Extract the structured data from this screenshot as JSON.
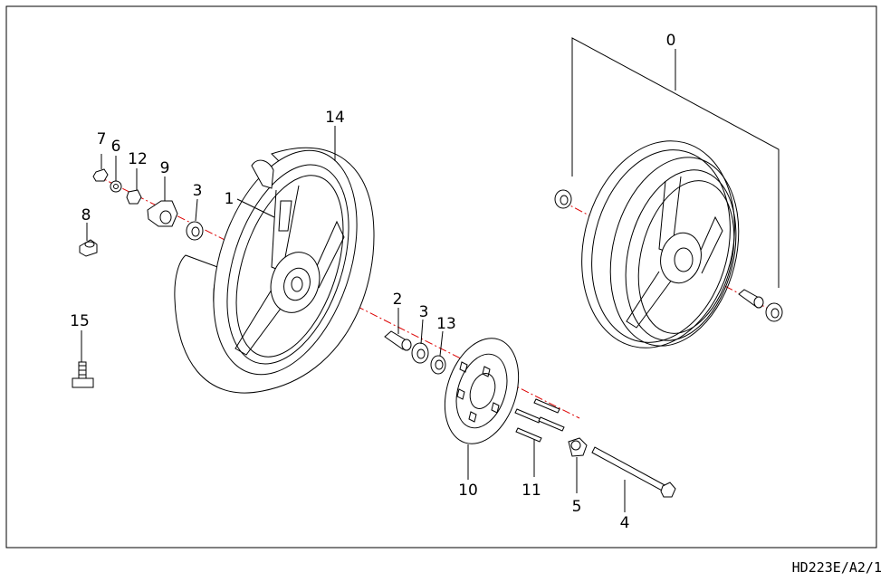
{
  "diagram": {
    "part_labels": {
      "p0": "0",
      "p1": "1",
      "p2": "2",
      "p3a": "3",
      "p3b": "3",
      "p4": "4",
      "p5": "5",
      "p6": "6",
      "p7": "7",
      "p8": "8",
      "p9": "9",
      "p10": "10",
      "p11": "11",
      "p12": "12",
      "p13": "13",
      "p14": "14",
      "p15": "15"
    },
    "drawing_code": "HD223E/A2/1",
    "axis_color": "#dd0000",
    "line_color": "#000000"
  }
}
